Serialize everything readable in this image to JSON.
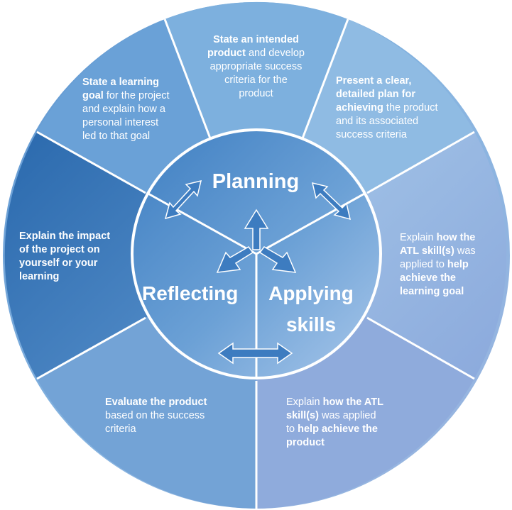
{
  "center": {
    "planning": "Planning",
    "reflecting": "Reflecting",
    "applying_line1": "Applying",
    "applying_line2": "skills"
  },
  "segments": {
    "product_goal": {
      "bold1": "State an intended",
      "bold2": "product",
      "rest1": " and develop",
      "line3": "appropriate success",
      "line4": "criteria for the",
      "line5": "product"
    },
    "learning_goal": {
      "bold1": "State a learning",
      "bold2": "goal",
      "rest2": " for the project",
      "line3": "and explain how a",
      "line4": "personal interest",
      "line5": "led to that goal"
    },
    "plan": {
      "bold1": "Present a clear,",
      "bold2": "detailed plan for",
      "bold3": "achieving",
      "rest3": " the product",
      "line4": "and its associated",
      "line5": "success criteria"
    },
    "atl_goal": {
      "plain1": "Explain ",
      "bold1": "how the",
      "bold2": "ATL skill(s)",
      "rest2": " was",
      "plain3": "applied to ",
      "bold3": "help",
      "bold4": "achieve the",
      "bold5": "learning goal"
    },
    "impact": {
      "line1": "Explain the impact",
      "line2": "of the project on",
      "line3": "yourself or your",
      "line4": "learning"
    },
    "evaluate": {
      "bold1": "Evaluate the product",
      "line2": "based on the success",
      "line3": "criteria"
    },
    "atl_product": {
      "plain1": "Explain ",
      "bold1": "how the ATL",
      "bold2": "skill(s)",
      "rest2": " was applied",
      "plain3": "to ",
      "bold3": "help achieve the",
      "bold4": "product"
    }
  },
  "colors": {
    "outer_top": "#7fb1de",
    "outer_dark": "#2f6fb0",
    "outer_light": "#9fc4e6",
    "outer_bottom": "#8ba8db",
    "inner": "#5f98cf",
    "arrow": "#3b79bd",
    "divider": "#ffffff"
  }
}
